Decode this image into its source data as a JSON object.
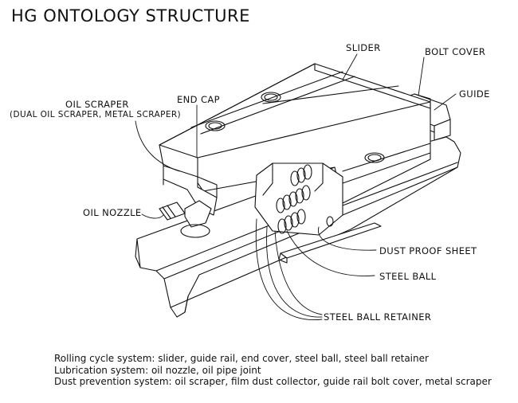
{
  "title": "HG ONTOLOGY STRUCTURE",
  "labels": {
    "slider": "SLIDER",
    "bolt_cover": "BOLT COVER",
    "guide": "GUIDE",
    "end_cap": "END CAP",
    "oil_scraper": "OIL SCRAPER",
    "oil_scraper_sub": "(DUAL OIL SCRAPER, METAL SCRAPER)",
    "oil_nozzle": "OIL NOZZLE",
    "dust_proof_sheet": "DUST PROOF SHEET",
    "steel_ball": "STEEL BALL",
    "steel_ball_retainer": "STEEL BALL RETAINER"
  },
  "notes": [
    "Rolling cycle system: slider, guide rail, end cover, steel ball, steel ball retainer",
    "Lubrication system: oil nozzle, oil pipe joint",
    "Dust prevention system: oil scraper, film dust collector, guide rail bolt cover, metal scraper"
  ]
}
